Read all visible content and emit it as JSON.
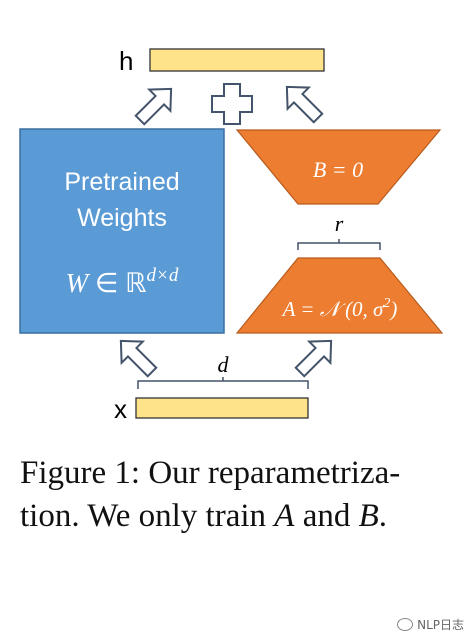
{
  "diagram": {
    "h_label": "h",
    "x_label": "x",
    "pretrained": {
      "line1": "Pretrained",
      "line2": "Weights",
      "formula_W": "W",
      "formula_in": " ∈ ",
      "formula_R": "ℝ",
      "formula_sup": "d×d"
    },
    "B_label": "B = 0",
    "A_label_pre": "A = 𝒩 (0, σ",
    "A_label_sup": "2",
    "A_label_post": ")",
    "r_label": "r",
    "d_label": "d",
    "plus_symbol": "+"
  },
  "caption": {
    "line1": "Figure 1: Our reparametriza-",
    "line2_a": "tion. We only train ",
    "line2_A": "A",
    "line2_b": " and ",
    "line2_B": "B",
    "line2_c": "."
  },
  "watermark": {
    "text": "NLP日志"
  },
  "colors": {
    "blue": "#5b9bd5",
    "orange": "#ed7d31",
    "yellow": "#ffe38a",
    "arrow_stroke": "#44546a"
  }
}
